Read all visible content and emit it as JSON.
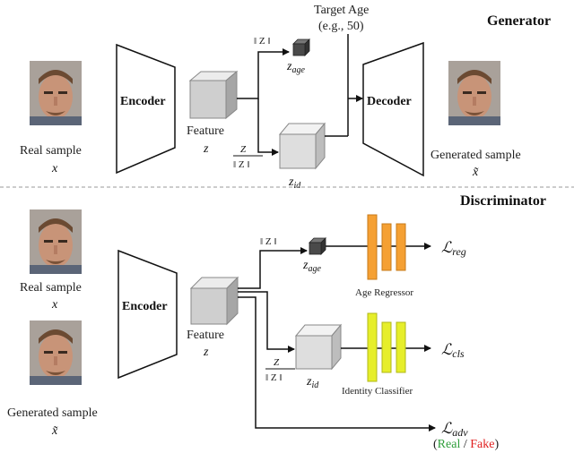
{
  "sections": {
    "generator": "Generator",
    "discriminator": "Discriminator"
  },
  "generator": {
    "input_label": "Real sample",
    "input_var": "x",
    "encoder": "Encoder",
    "feature_label": "Feature",
    "feature_var": "z",
    "norm_label": "‖ Z ‖",
    "z_age": "z",
    "z_age_sub": "age",
    "z_id": "z",
    "z_id_sub": "id",
    "z_num": "Z",
    "z_den": "‖ Z ‖",
    "target_age": "Target Age",
    "target_age_eg": "(e.g., 50)",
    "decoder": "Decoder",
    "output_label": "Generated sample",
    "output_var": "x̃"
  },
  "discriminator": {
    "real_label": "Real sample",
    "real_var": "x",
    "gen_label": "Generated sample",
    "gen_var": "x̃",
    "encoder": "Encoder",
    "feature_label": "Feature",
    "feature_var": "z",
    "norm_label": "‖ Z ‖",
    "z_age": "z",
    "z_age_sub": "age",
    "z_id": "z",
    "z_id_sub": "id",
    "z_num": "Z",
    "z_den": "‖ Z ‖",
    "age_regressor": "Age Regressor",
    "identity_classifier": "Identity Classifier",
    "loss_reg": "ℒ",
    "loss_reg_sub": "reg",
    "loss_cls": "ℒ",
    "loss_cls_sub": "cls",
    "loss_adv": "ℒ",
    "loss_adv_sub": "adv",
    "open_paren": "(",
    "real_word": "Real",
    "slash": " / ",
    "fake_word": "Fake",
    "close_paren": ")"
  },
  "colors": {
    "real": "#2e9e3a",
    "fake": "#e02020",
    "regressor": "#f5a033",
    "classifier": "#e6ee2a",
    "cube_light": "#d9d9d9",
    "cube_dark": "#4a4a4a"
  }
}
